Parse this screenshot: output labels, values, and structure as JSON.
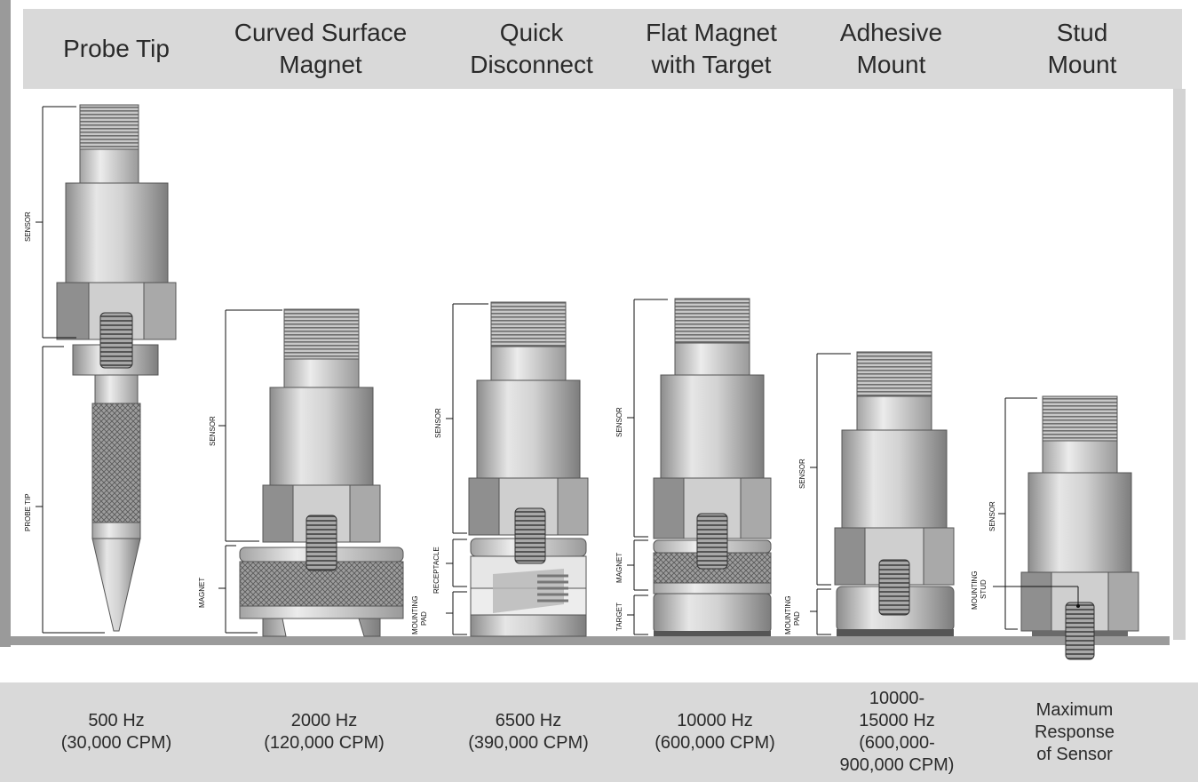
{
  "header": {
    "titles": [
      "Probe Tip",
      "Curved Surface\nMagnet",
      "Quick\nDisconnect",
      "Flat Magnet\nwith Target",
      "Adhesive\nMount",
      "Stud\nMount"
    ]
  },
  "footer": {
    "frequencies": [
      "500 Hz\n(30,000 CPM)",
      "2000 Hz\n(120,000 CPM)",
      "6500 Hz\n(390,000 CPM)",
      "10000 Hz\n(600,000 CPM)",
      "10000-\n15000 Hz\n(600,000-\n900,000 CPM)",
      "Maximum\nResponse\nof Sensor"
    ]
  },
  "labels": {
    "sensor": "SENSOR",
    "probe_tip": "PROBE TIP",
    "magnet": "MAGNET",
    "receptacle": "RECEPTACLE",
    "mounting_pad_1": "MOUNTING",
    "mounting_pad_2": "PAD",
    "target": "TARGET",
    "mounting_stud_1": "MOUNTING",
    "mounting_stud_2": "STUD"
  },
  "colors": {
    "header_bg": "#d9d9d9",
    "metal_light": "#dcdcdc",
    "metal_mid": "#b0b0b0",
    "metal_dark": "#7a7a7a",
    "ground": "#9b9b9b"
  }
}
